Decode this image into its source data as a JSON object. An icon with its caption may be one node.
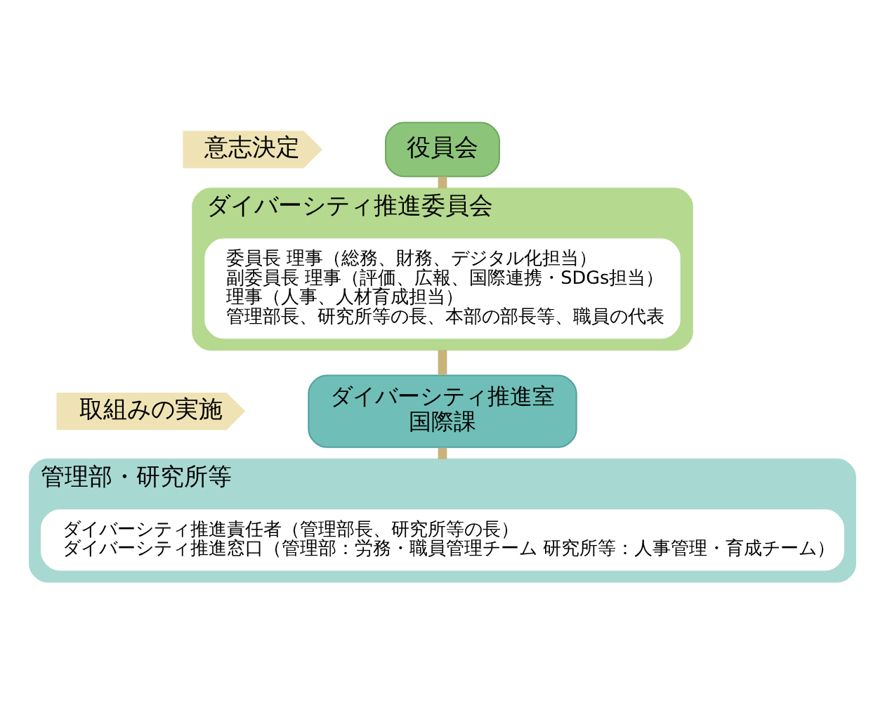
{
  "diagram": {
    "nodes": [
      {
        "text": [
          "意志決定"
        ]
      },
      {
        "text": [
          "役員会"
        ]
      },
      {
        "text": [
          "ダイバーシティ推進委員会"
        ]
      },
      {
        "text": [
          "委員長 理事（総務、財務、デジタル化担当）",
          "副委員長 理事（評価、広報、国際連携・SDGs担当）",
          "理事（人事、人材育成担当）",
          "管理部長、研究所等の長、本部の部長等、職員の代表"
        ],
        "in": 2
      },
      {
        "text": [
          "ダイバーシティ推進室",
          "国際課"
        ]
      },
      {
        "text": [
          "取組みの実施"
        ]
      },
      {
        "text": [
          "管理部・研究所等"
        ]
      },
      {
        "text": [
          "ダイバーシティ推進責任者（管理部長、研究所等の長）",
          "ダイバーシティ推進窓口（管理部：労務・職員管理チーム 研究所等：人事管理・育成チーム）"
        ],
        "in": 6
      }
    ],
    "edges": [
      {
        "from": 1,
        "to": 2,
        "arrow": "none"
      },
      {
        "from": 2,
        "to": 4,
        "arrow": "none"
      },
      {
        "from": 4,
        "to": 6,
        "arrow": "none"
      }
    ]
  }
}
